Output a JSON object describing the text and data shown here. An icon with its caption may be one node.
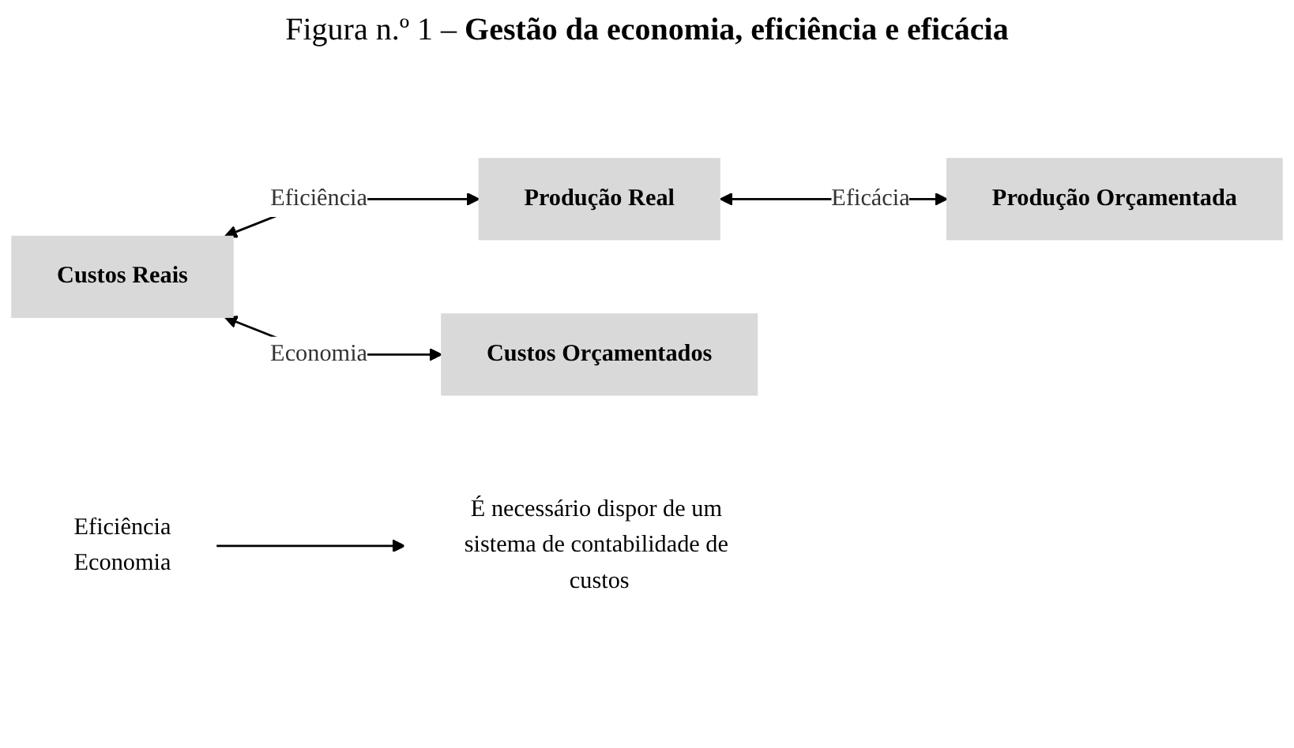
{
  "diagram": {
    "title": "Figura n.º 1 – **Gestão da economia, eficiência e eficácia**",
    "nodes": [
      {
        "text": [
          "Custos Reais"
        ]
      },
      {
        "text": [
          "Produção Real"
        ]
      },
      {
        "text": [
          "Custos Orçamentados"
        ]
      },
      {
        "text": [
          "Produção Orçamentada"
        ]
      },
      {
        "text": [
          "Eficiência",
          "Economia"
        ]
      },
      {
        "text": [
          "É necessário dispor de um sistema de contabilidade de custos"
        ]
      }
    ],
    "edges": [
      {
        "from": 0,
        "to": 1,
        "arrow": "both",
        "label": "Eficiência"
      },
      {
        "from": 0,
        "to": 2,
        "arrow": "both",
        "label": "Economia"
      },
      {
        "from": 1,
        "to": 3,
        "arrow": "both",
        "label": "Eficácia"
      },
      {
        "from": 4,
        "to": 5,
        "arrow": "to"
      }
    ]
  }
}
